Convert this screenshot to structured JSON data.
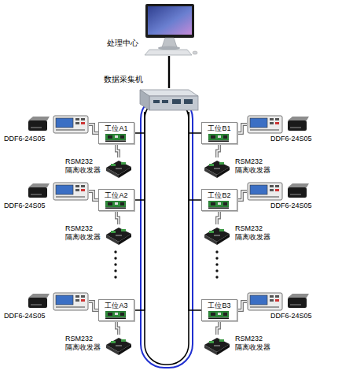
{
  "diagram": {
    "nodes": [
      {
        "text": [
          "处理中心"
        ]
      },
      {
        "text": [
          "数据采集机"
        ]
      },
      {
        "text": [
          "DDF6-24S05"
        ]
      },
      {
        "text": [
          "工位A1"
        ]
      },
      {
        "text": [
          "工位B1"
        ]
      },
      {
        "text": [
          "DDF6-24S05"
        ]
      },
      {
        "text": [
          "RSM232 隔离收发器"
        ]
      },
      {
        "text": [
          "RSM232 隔离收发器"
        ]
      },
      {
        "text": [
          "DDF6-24S05"
        ]
      },
      {
        "text": [
          "工位A2"
        ]
      },
      {
        "text": [
          "工位B2"
        ]
      },
      {
        "text": [
          "DDF6-24S05"
        ]
      },
      {
        "text": [
          "RSM232 隔离收发器"
        ]
      },
      {
        "text": [
          "RSM232 隔离收发器"
        ]
      },
      {
        "text": [
          "DDF6-24S05"
        ]
      },
      {
        "text": [
          "工位A3"
        ]
      },
      {
        "text": [
          "工位B3"
        ]
      },
      {
        "text": [
          "DDF6-24S05"
        ]
      },
      {
        "text": [
          "RSM232 隔离收发器"
        ]
      },
      {
        "text": [
          "RSM232 隔离收发器"
        ]
      }
    ],
    "edges": [
      {
        "from": 0,
        "to": 1,
        "arrow": "none"
      },
      {
        "from": 1,
        "to": 3,
        "arrow": "none"
      },
      {
        "from": 1,
        "to": 4,
        "arrow": "none"
      },
      {
        "from": 2,
        "to": 3,
        "arrow": "none"
      },
      {
        "from": 5,
        "to": 4,
        "arrow": "none"
      },
      {
        "from": 3,
        "to": 6,
        "arrow": "none"
      },
      {
        "from": 4,
        "to": 7,
        "arrow": "none"
      },
      {
        "from": 1,
        "to": 9,
        "arrow": "none"
      },
      {
        "from": 1,
        "to": 10,
        "arrow": "none"
      },
      {
        "from": 8,
        "to": 9,
        "arrow": "none"
      },
      {
        "from": 11,
        "to": 10,
        "arrow": "none"
      },
      {
        "from": 9,
        "to": 12,
        "arrow": "none"
      },
      {
        "from": 10,
        "to": 13,
        "arrow": "none"
      },
      {
        "from": 1,
        "to": 15,
        "arrow": "none"
      },
      {
        "from": 1,
        "to": 16,
        "arrow": "none"
      },
      {
        "from": 14,
        "to": 15,
        "arrow": "none"
      },
      {
        "from": 17,
        "to": 16,
        "arrow": "none"
      },
      {
        "from": 15,
        "to": 18,
        "arrow": "none"
      },
      {
        "from": 16,
        "to": 19,
        "arrow": "none"
      }
    ]
  }
}
